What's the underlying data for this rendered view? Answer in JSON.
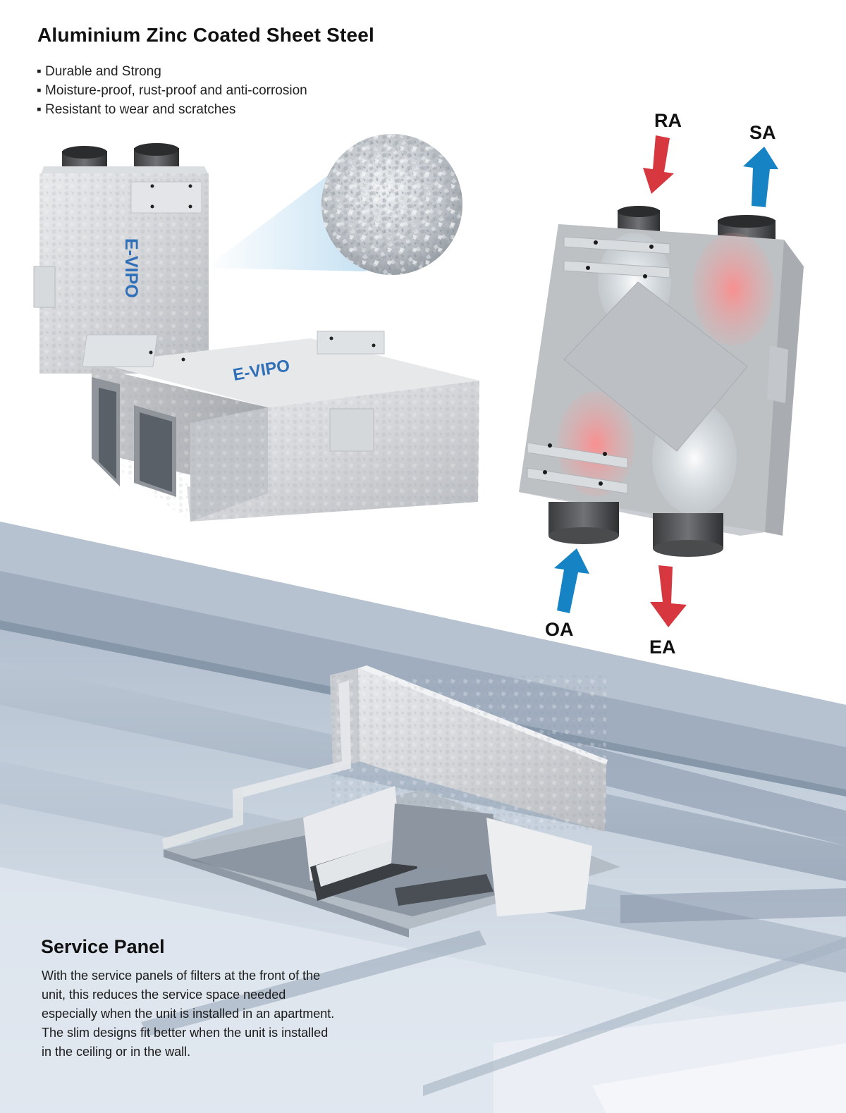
{
  "header": {
    "title": "Aluminium Zinc Coated Sheet Steel",
    "features": [
      "Durable and Strong",
      "Moisture-proof, rust-proof and anti-corrosion",
      "Resistant to wear and scratches"
    ]
  },
  "product": {
    "brand_logo": "E-VIPO"
  },
  "airflow": {
    "labels": {
      "ra": "RA",
      "sa": "SA",
      "oa": "OA",
      "ea": "EA"
    },
    "colors": {
      "warm": "#d7383f",
      "cool": "#1683c4"
    }
  },
  "service_panel": {
    "title": "Service Panel",
    "description": "With the service panels of filters at the front of the unit, this reduces the service space needed especially when the unit is installed in an apartment. The slim designs fit better when the unit is installed in the ceiling or in the wall."
  },
  "icons": [
    "arrow-down-icon",
    "arrow-up-icon"
  ]
}
